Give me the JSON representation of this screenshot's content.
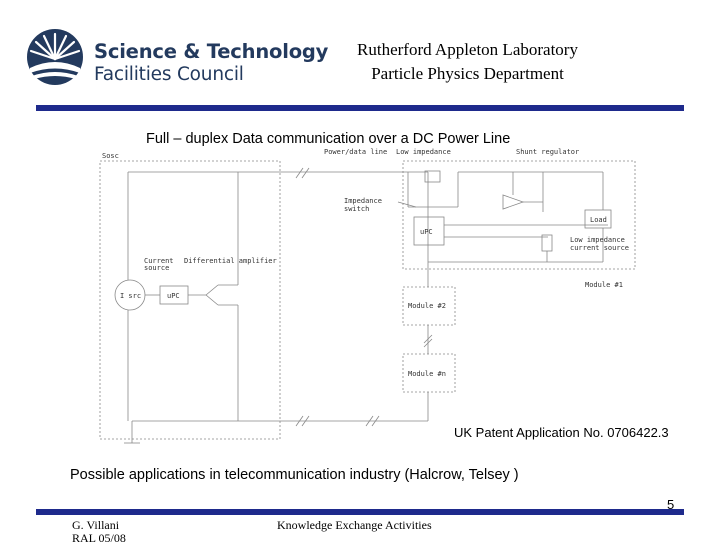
{
  "header": {
    "logo_line1": "Science & Technology",
    "logo_line2": "Facilities Council",
    "lab_line1": "Rutherford Appleton Laboratory",
    "lab_line2": "Particle Physics Department"
  },
  "diagram": {
    "title": "Full – duplex Data communication over a DC Power Line",
    "labels": {
      "source_box": "Sosc",
      "power_data_line": "Power/data line",
      "low_impedance": "Low impedance",
      "shunt_regulator": "Shunt regulator",
      "impedance_switch_1": "Impedance",
      "impedance_switch_2": "switch",
      "upc_module": "uPC",
      "load": "Load",
      "low_impedance_current_source_1": "Low impedance",
      "low_impedance_current_source_2": "current source",
      "current_source_1": "Current",
      "current_source_2": "source",
      "differential_amplifier": "Differential amplifier",
      "i_src": "I src",
      "upc_source": "uPC",
      "module_1": "Module #1",
      "module_2": "Module #2",
      "module_n": "Module #n"
    },
    "patent": "UK Patent Application No. 0706422.3"
  },
  "applications": "Possible applications in telecommunication industry (Halcrow, Telsey )",
  "footer": {
    "page_number": "5",
    "author": "G. Villani",
    "date": "RAL 05/08",
    "center": "Knowledge Exchange  Activities"
  },
  "colors": {
    "rule": "#1e2a8c",
    "logo": "#233a5e"
  }
}
